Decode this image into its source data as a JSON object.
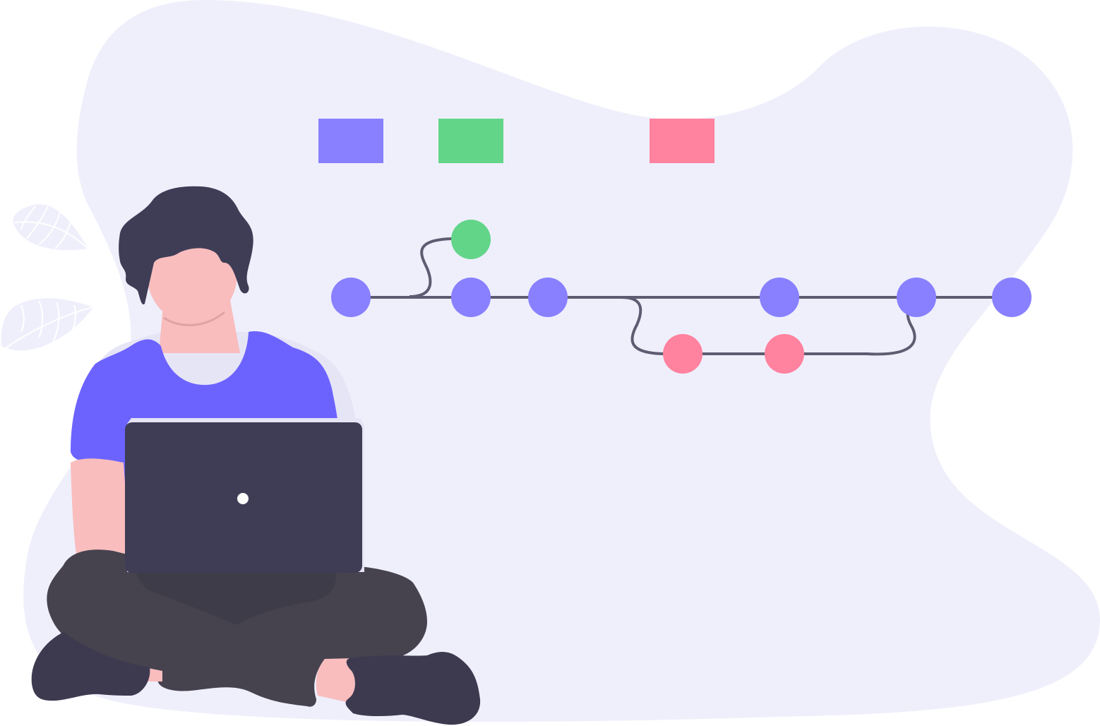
{
  "illustration": {
    "subject": "person-with-laptop-git-branches",
    "colors": {
      "backdrop": "#efeffc",
      "leaf": "#efeffc",
      "branch_main": "#8880fe",
      "branch_feature_green": "#62d589",
      "branch_feature_red": "#ff829e",
      "line": "#5e5c71",
      "hair": "#3f3d56",
      "skin": "#f9bdbe",
      "shirt": "#6c63ff",
      "laptop": "#3f3d56",
      "pants": "#46434f",
      "shoes": "#3d3a50"
    },
    "legend": {
      "items": [
        {
          "icon": "main-branch-swatch",
          "color": "#8880fe"
        },
        {
          "icon": "green-branch-swatch",
          "color": "#62d589"
        },
        {
          "icon": "red-branch-swatch",
          "color": "#ff829e"
        }
      ]
    },
    "commits": {
      "main_count": 6,
      "green_count": 1,
      "red_count": 2
    }
  }
}
